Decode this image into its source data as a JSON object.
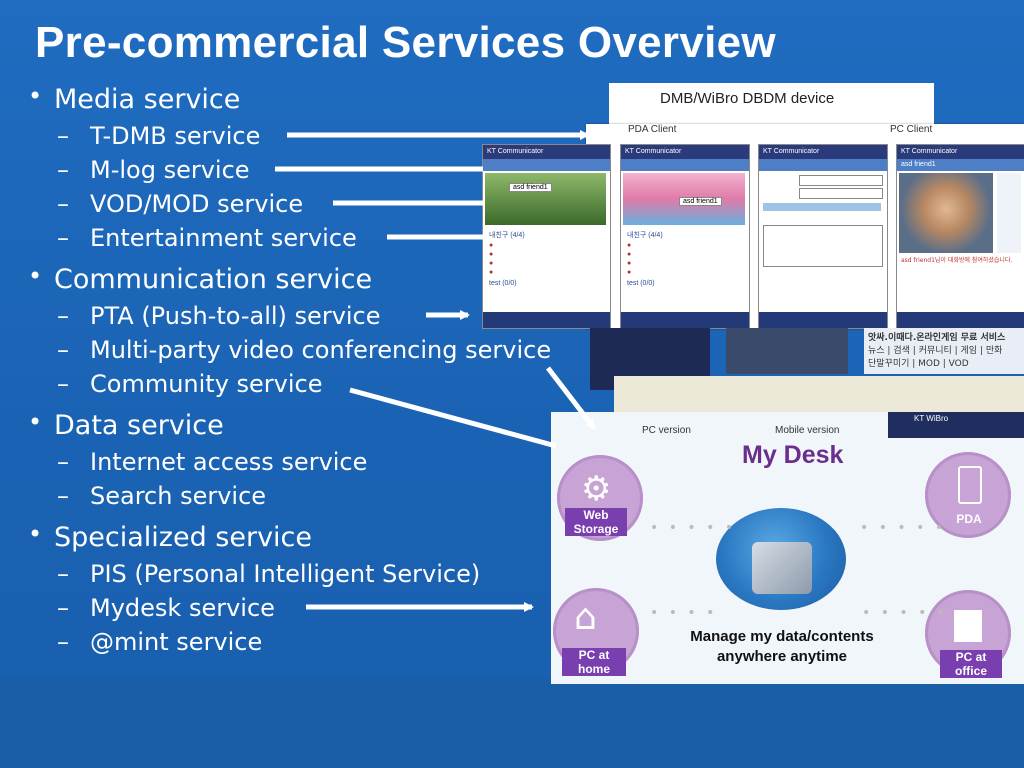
{
  "slide": {
    "title": "Pre-commercial Services Overview",
    "bullet_symbol": "•",
    "dash_symbol": "–",
    "sections": [
      {
        "label": "Media service",
        "items": [
          "T-DMB service",
          "M-log service",
          "VOD/MOD service",
          "Entertainment service"
        ]
      },
      {
        "label": "Communication service",
        "items": [
          "PTA (Push-to-all) service",
          "Multi-party video conferencing service",
          "Community service"
        ]
      },
      {
        "label": "Data service",
        "items": [
          "Internet access service",
          "Search service"
        ]
      },
      {
        "label": "Specialized service",
        "items": [
          "PIS (Personal Intelligent Service)",
          "Mydesk service",
          "@mint service"
        ]
      }
    ]
  },
  "screens": {
    "dmb_title": "DMB/WiBro DBDM device",
    "pda_client": "PDA Client",
    "pc_client": "PC Client",
    "app_name": "KT Communicator",
    "contact_name": "asd friend1",
    "buddy_group": "내친구 (4/4)",
    "test_group": "test (0/0)",
    "chat_line": "asd friend1님이 대화방에 참여하셨습니다.",
    "korean_menu": "뉴스 | 검색 | 커뮤니티 | 게임 | 만화",
    "korean_menu2": "단말꾸미기 | MOD | VOD",
    "korean_promo": "앗싸.이때다.온라인게임 무료 서비스",
    "wibro_label": "KT WiBro"
  },
  "mydesk": {
    "pc_version": "PC version",
    "mobile_version": "Mobile version",
    "title": "My Desk",
    "tagline_line1": "Manage my data/contents",
    "tagline_line2": "anywhere anytime",
    "nodes": {
      "web_storage_1": "Web",
      "web_storage_2": "Storage",
      "pda": "PDA",
      "pc_home_1": "PC at",
      "pc_home_2": "home",
      "pc_office_1": "PC at",
      "pc_office_2": "office"
    }
  },
  "colors": {
    "background": "#1f6cc0",
    "text": "#ffffff",
    "mydesk_purple": "#6a2e8c",
    "node_purple": "#c8a3d6"
  }
}
